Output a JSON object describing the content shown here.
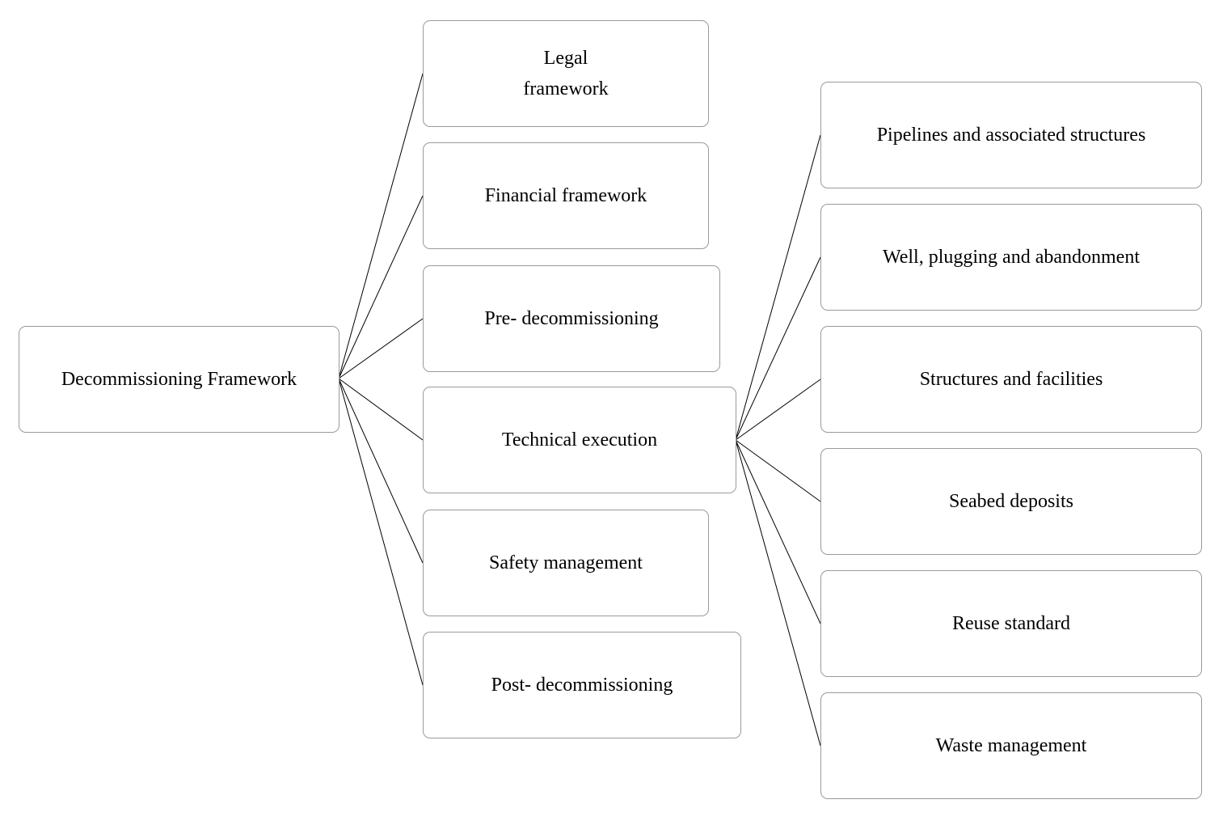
{
  "diagram": {
    "root": {
      "label": "Decommissioning Framework"
    },
    "level1": [
      {
        "label": "Legal framework"
      },
      {
        "label": "Financial framework"
      },
      {
        "label": "Pre- decommissioning"
      },
      {
        "label": "Technical execution"
      },
      {
        "label": "Safety management"
      },
      {
        "label": "Post- decommissioning"
      }
    ],
    "technical_children": [
      {
        "label": "Pipelines and associated structures"
      },
      {
        "label": "Well, plugging and abandonment"
      },
      {
        "label": "Structures and facilities"
      },
      {
        "label": "Seabed deposits"
      },
      {
        "label": "Reuse standard"
      },
      {
        "label": "Waste management"
      }
    ]
  },
  "colors": {
    "node_border": "#9a9a9a",
    "connector": "#000000",
    "text": "#000000",
    "background": "#ffffff"
  }
}
